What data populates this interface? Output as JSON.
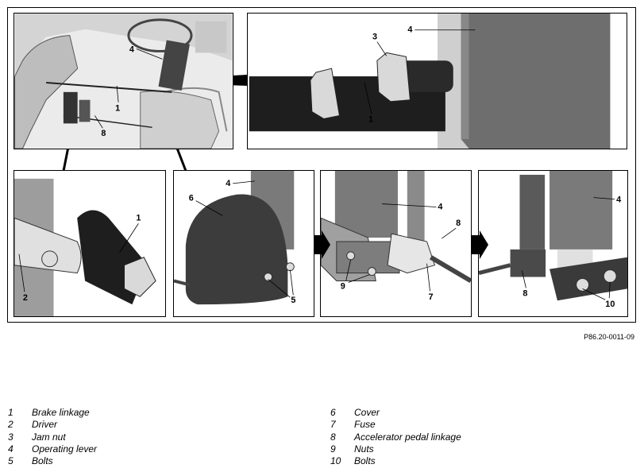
{
  "figure_code": "P86.20-0011-09",
  "callouts": {
    "overview_lever": "4",
    "overview_brake": "1",
    "overview_accel": "8",
    "detail_lever": "4",
    "detail_nut": "3",
    "detail_brake": "1",
    "p1_brake": "1",
    "p1_driver": "2",
    "p2_lever": "4",
    "p2_cover": "6",
    "p2_bolts": "5",
    "p3_lever": "4",
    "p3_accel": "8",
    "p3_nuts": "9",
    "p3_fuse": "7",
    "p4_lever": "4",
    "p4_accel": "8",
    "p4_bolts": "10"
  },
  "legend": [
    {
      "num": "1",
      "label": "Brake linkage"
    },
    {
      "num": "2",
      "label": "Driver"
    },
    {
      "num": "3",
      "label": "Jam nut"
    },
    {
      "num": "4",
      "label": "Operating lever"
    },
    {
      "num": "5",
      "label": "Bolts"
    },
    {
      "num": "6",
      "label": "Cover"
    },
    {
      "num": "7",
      "label": "Fuse"
    },
    {
      "num": "8",
      "label": "Accelerator pedal linkage"
    },
    {
      "num": "9",
      "label": "Nuts"
    },
    {
      "num": "10",
      "label": "Bolts"
    }
  ]
}
